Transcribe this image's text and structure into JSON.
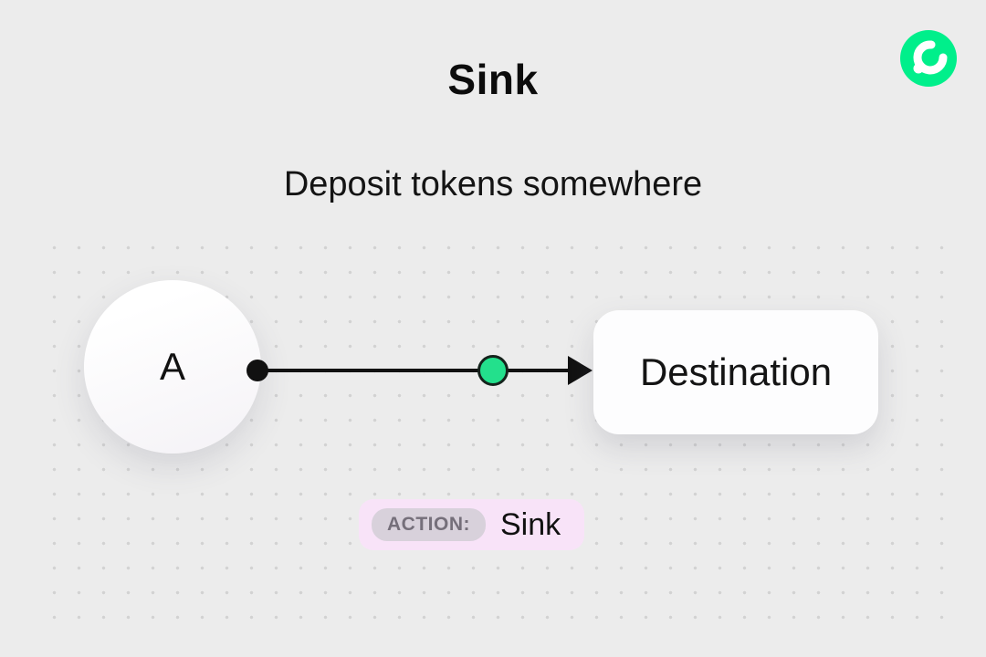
{
  "header": {
    "title": "Sink",
    "subtitle": "Deposit tokens somewhere"
  },
  "logo": {
    "name": "flow-logo"
  },
  "diagram": {
    "source": {
      "label": "A"
    },
    "destination": {
      "label": "Destination"
    },
    "action": {
      "badge": "ACTION:",
      "value": "Sink"
    }
  },
  "colors": {
    "background": "#ececec",
    "dot": "#d2d2d2",
    "green": "#23e08c",
    "logo_green": "#00ef8b",
    "pink": "#f8e3f8",
    "badge_bg": "#d8d1db",
    "badge_text": "#756f7a"
  }
}
